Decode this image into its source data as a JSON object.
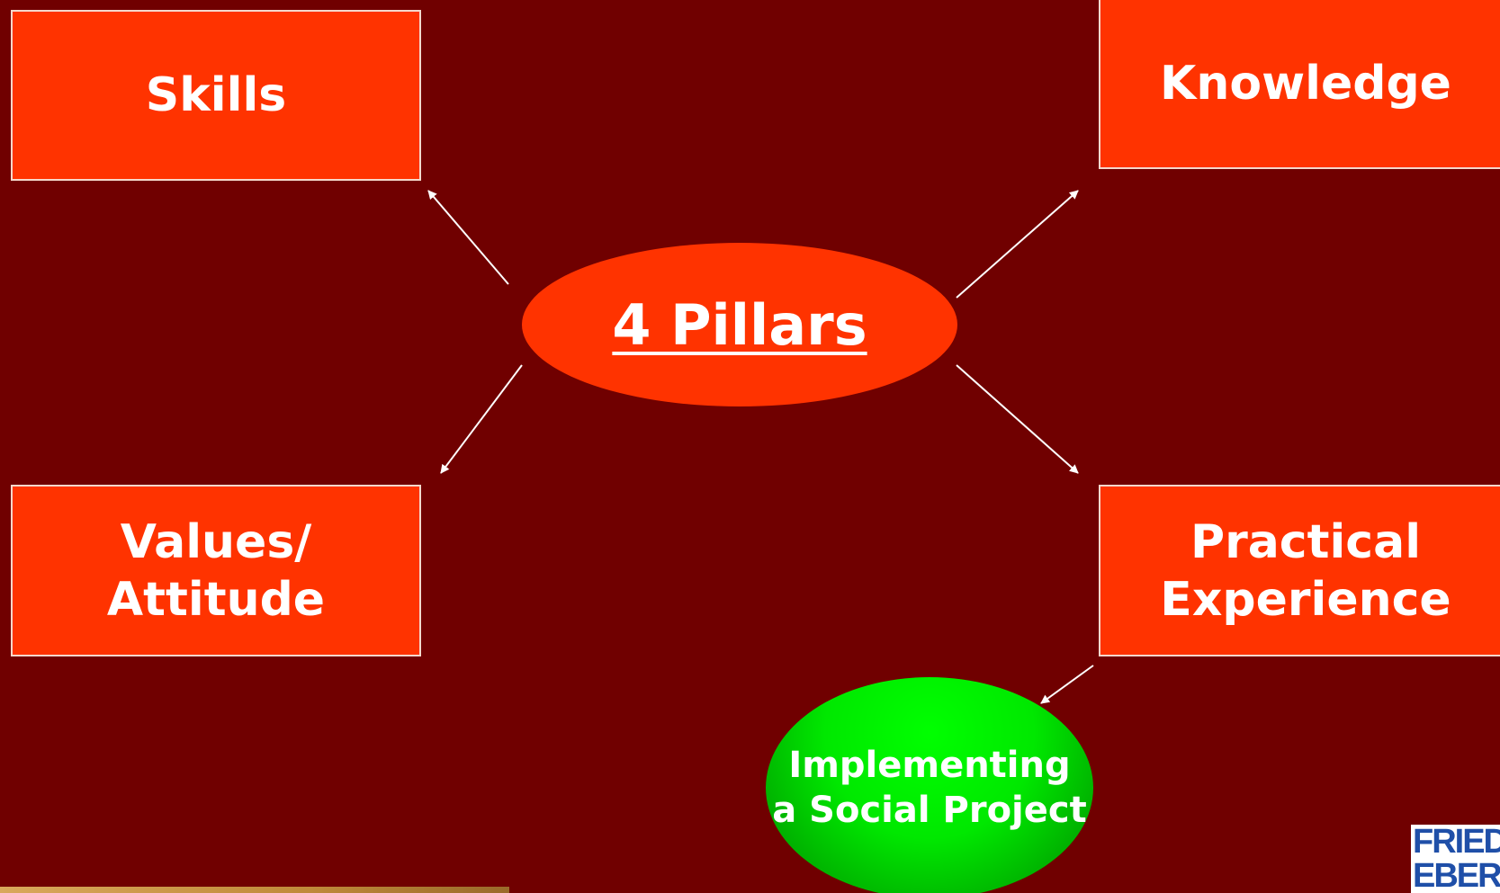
{
  "boxes": {
    "skills": "Skills",
    "knowledge": "Knowledge",
    "values_attitude": "Values/\nAttitude",
    "practical_experience": "Practical\nExperience"
  },
  "center": {
    "title": "4 Pillars"
  },
  "project": {
    "label": "Implementing\na Social Project"
  },
  "logo": {
    "line1": "FRIEDRICH",
    "line2": "EBERT"
  },
  "colors": {
    "background": "#700000",
    "box_fill": "#ff3300",
    "box_border": "#f4d8cc",
    "ellipse_fill": "#ff3300",
    "green_fill": "#00ff00",
    "text": "#ffffff",
    "logo_blue": "#1f4fa8"
  }
}
